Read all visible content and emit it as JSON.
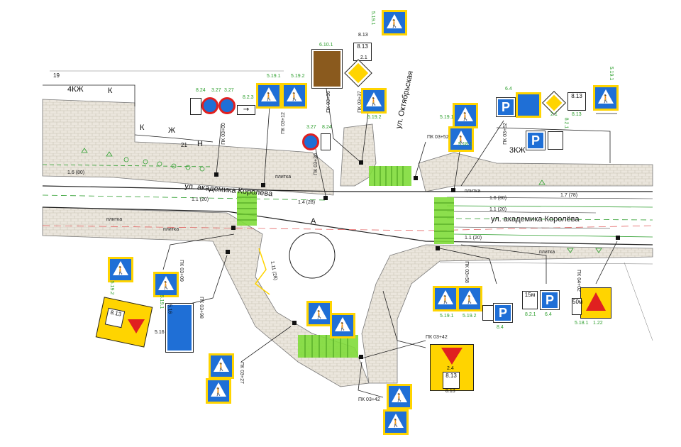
{
  "streets": {
    "korolyova_left": "ул. академика Королёва",
    "korolyova_right": "ул. академика Королёва",
    "oktyabrskaya": "ул. Октябрьская"
  },
  "buildings": {
    "b4kzh": "4КЖ",
    "b19": "19",
    "bk1": "К",
    "bk2": "К",
    "bzh": "Ж",
    "bn": "Н",
    "b21": "21",
    "b3kzh": "3КЖ",
    "center_a": "А"
  },
  "surfaces": {
    "plitka_1": "плитка",
    "plitka_2": "плитка",
    "plitka_3": "плитка",
    "plitka_4": "плитка",
    "plitka_5": "плитка"
  },
  "pickets": {
    "pk1": "ПК 03+00",
    "pk2": "ПК 03+12",
    "pk3": "ПК 03+30",
    "pk4": "ПК 03+36",
    "pk5": "ПК 03+37",
    "pk6": "ПК 03+52",
    "pk7": "ПК 03+62",
    "pk8": "ПК 03+58",
    "pk9": "ПК 03+42",
    "pk10": "ПК 03+42",
    "pk11": "ПК 03+27",
    "pk12": "ПК 04+02",
    "pk13": "ПК 03+09",
    "pk14": "ПК 03+98"
  },
  "sign_codes": {
    "s1": "5.19.1",
    "s2": "8.13",
    "s3": "2.1",
    "s4": "6.10.1",
    "s5": "5.19.2",
    "s6": "5.19.1",
    "s7": "3.27",
    "s8": "8.24",
    "s9": "3.27",
    "s10": "8.2.3",
    "s11": "3.27",
    "s12": "8.24",
    "s13": "5.19.2",
    "s14": "5.19.1",
    "s15": "5.19.1",
    "s16": "5.18.1",
    "s17": "6.4",
    "s18": "8.2.1",
    "s19": "8.13",
    "s20": "2.1",
    "s21": "5.16",
    "s22": "5.16",
    "s23": "2.4",
    "s24": "8.13",
    "s25": "5.19.1",
    "s26": "5.19.2",
    "s27": "5.19.2",
    "s28": "5.19.1",
    "s29": "1.22",
    "s30": "8.2.1",
    "s31": "6.4",
    "s32": "8.4",
    "s33": "5.18.1"
  },
  "plates": {
    "p_8_13_top": "8.13",
    "p_8_13_right": "8.13",
    "p_8_13_left": "8.13",
    "p_8_13_bottom": "8.13",
    "dist_15m": "15м",
    "dist_50m": "50м"
  },
  "lane_labels": {
    "l1": "1.6 (80)",
    "l2": "1.1 (20)",
    "l3": "1.4 (28)",
    "l4": "1.7 (78)",
    "l5": "1.1 (20)",
    "l6": "1.6 (80)",
    "l7": "1.11 (28)",
    "l8": "1.1 (20)"
  },
  "colors": {
    "crosswalk": "#7fdc3a",
    "sign_blue": "#1f6fd6",
    "sign_yellow": "#ffd400",
    "pavement": "#e8e3da",
    "brown": "#8a5a1e"
  }
}
